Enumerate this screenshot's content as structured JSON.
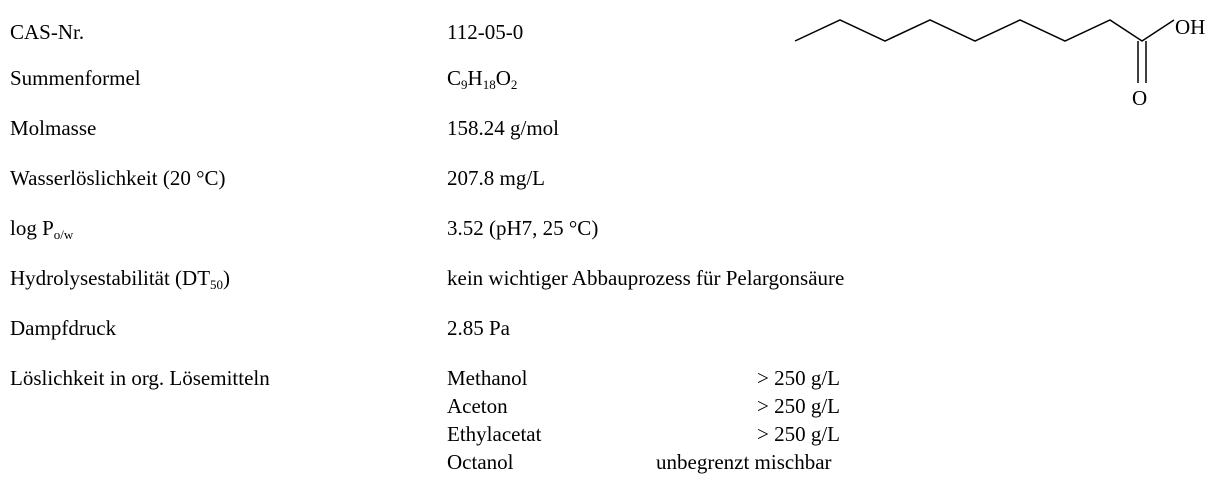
{
  "properties": [
    {
      "label": "CAS-Nr.",
      "value": "112-05-0"
    },
    {
      "label": "Summenformel",
      "value_parts": [
        "C",
        "9",
        "H",
        "18",
        "O",
        "2"
      ]
    },
    {
      "label": "Molmasse",
      "value": "158.24 g/mol"
    },
    {
      "label": "Wasserlöslichkeit (20 °C)",
      "value": "207.8 mg/L"
    },
    {
      "label_parts": [
        "log P",
        "o/w"
      ],
      "value": "3.52 (pH7, 25 °C)"
    },
    {
      "label_parts": [
        "Hydrolysestabilität (DT",
        "50",
        ")"
      ],
      "value": "kein wichtiger Abbauprozess für Pelargonsäure"
    },
    {
      "label": "Dampfdruck",
      "value": "2.85 Pa"
    },
    {
      "label": "Löslichkeit in org. Lösemitteln"
    }
  ],
  "solubility": [
    {
      "solvent": "Methanol",
      "amount": "> 250 g/L"
    },
    {
      "solvent": "Aceton",
      "amount": "> 250 g/L"
    },
    {
      "solvent": "Ethylacetat",
      "amount": "> 250 g/L"
    },
    {
      "solvent": "Octanol",
      "amount": "unbegrenzt mischbar"
    }
  ],
  "structure": {
    "oh_label": "OH",
    "o_label": "O"
  }
}
